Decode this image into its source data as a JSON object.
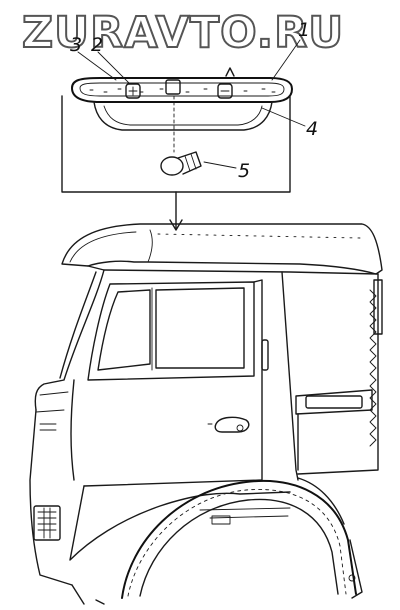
{
  "watermark": "ZURAVTO.RU",
  "callouts": {
    "c1": "1",
    "c2": "2",
    "c3": "3",
    "c4": "4",
    "c5": "5"
  },
  "colors": {
    "ink": "#1a1a1a",
    "watermark_outline": "#555555",
    "background": "#ffffff"
  }
}
